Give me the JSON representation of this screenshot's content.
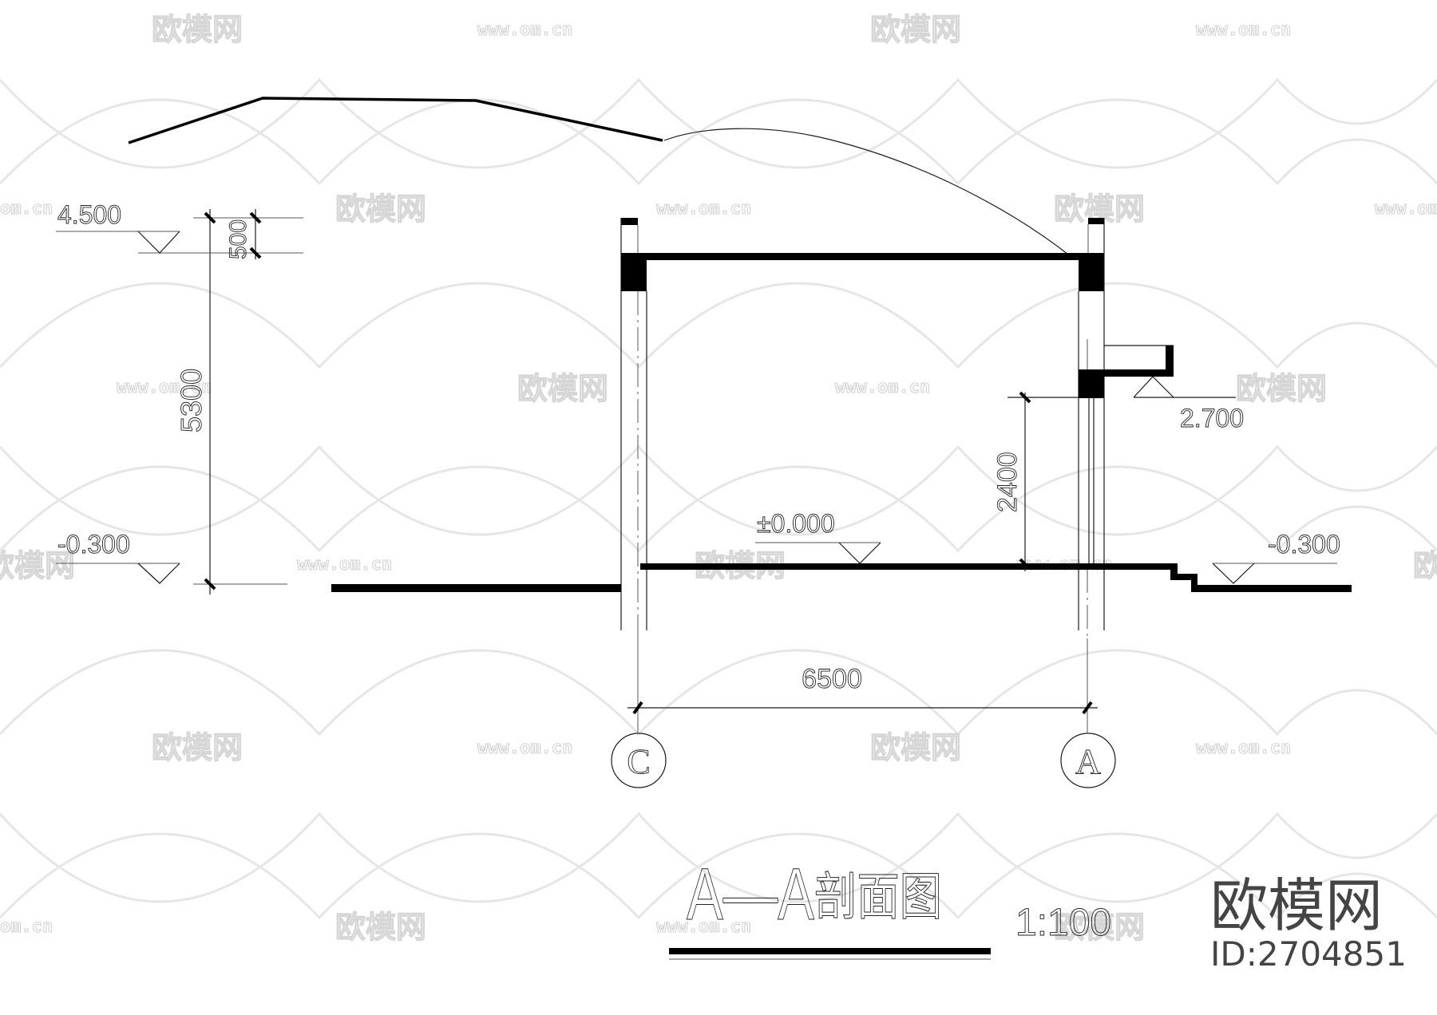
{
  "drawing": {
    "title_prefix": "A—A",
    "title_cn": "剖面图",
    "scale": "1:100",
    "background": "#ffffff",
    "line_color": "#000000"
  },
  "elevations": {
    "roof_top": "4.500",
    "ground_left": "-0.300",
    "floor": "±0.000",
    "canopy": "2.700",
    "ground_right": "-0.300"
  },
  "dimensions": {
    "parapet": "500",
    "total_height": "5300",
    "door_height": "2400",
    "span": "6500"
  },
  "axes": [
    {
      "label": "C"
    },
    {
      "label": "A"
    }
  ],
  "branding": {
    "logo": "欧模网",
    "id": "ID:2704851",
    "watermark_logo": "欧模网",
    "watermark_url": "www.om.cn",
    "watermark_url_short": "om.cn"
  }
}
